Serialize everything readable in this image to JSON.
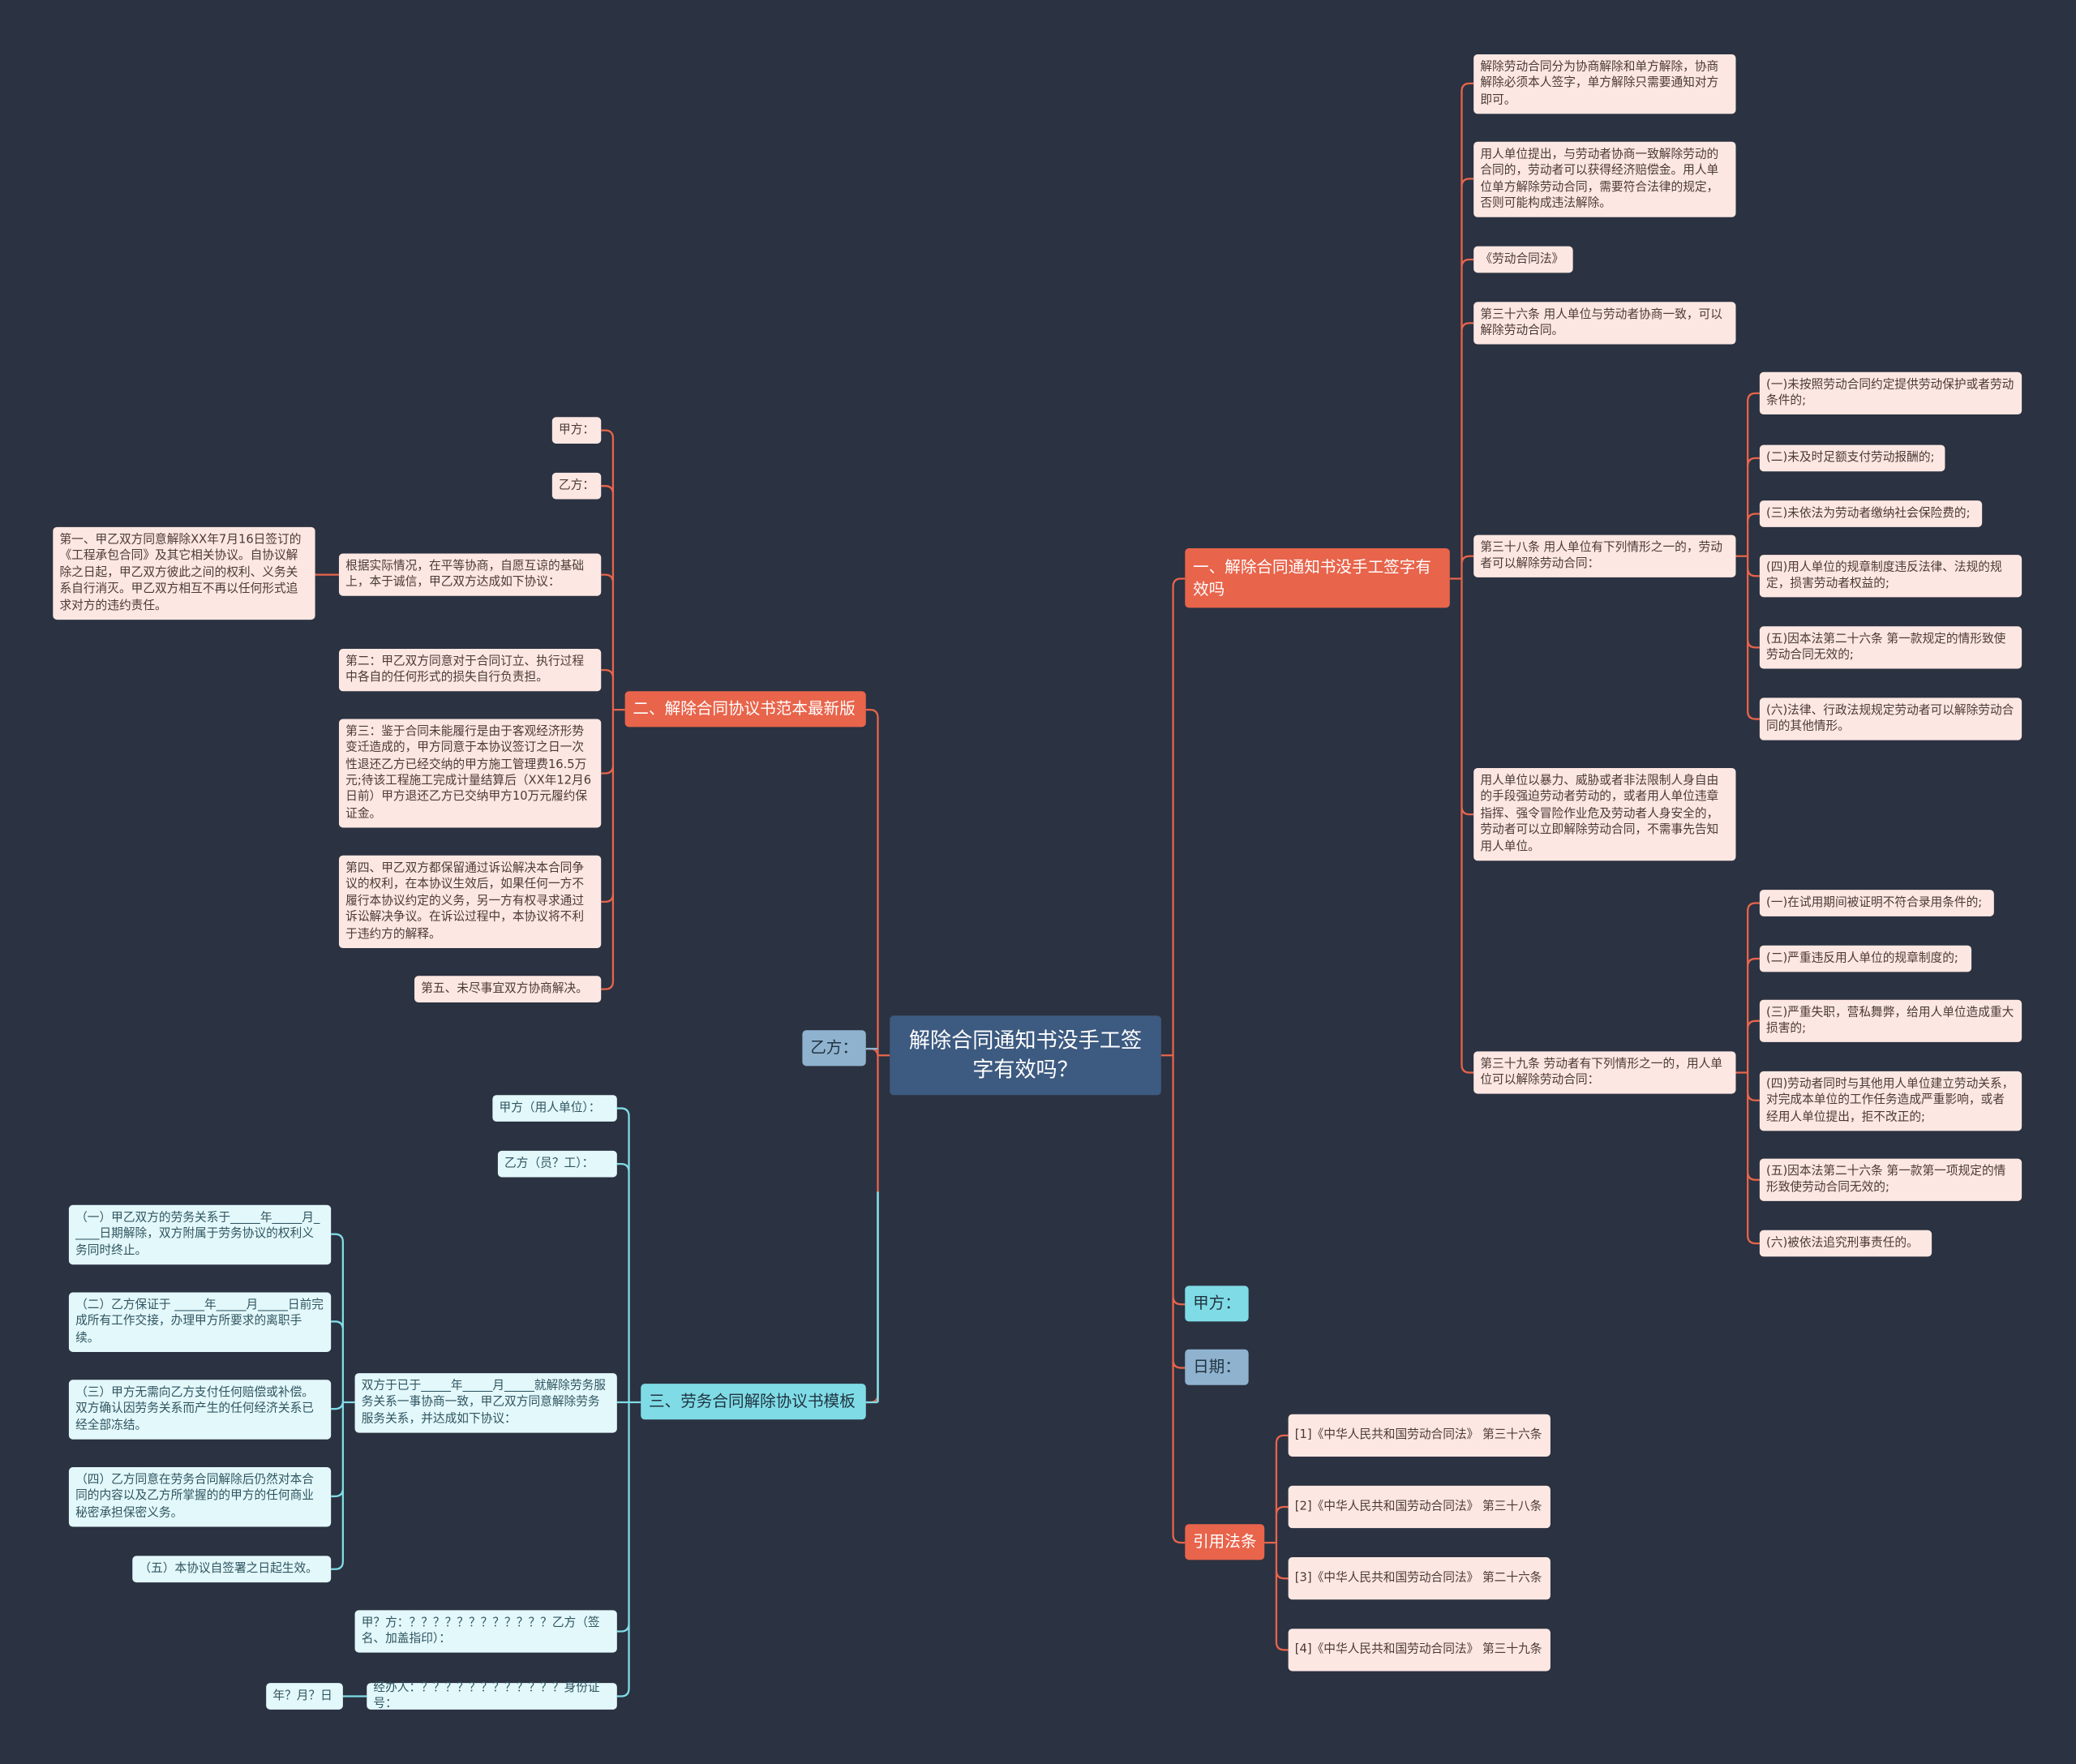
{
  "root": "解除合同通知书没手工签字有效吗？",
  "branches": {
    "b1": "一、解除合同通知书没手工签字有效吗",
    "b2": "二、解除合同协议书范本最新版",
    "b3": "三、劳务合同解除协议书模板",
    "yi": "乙方：",
    "jia": "甲方：",
    "date": "日期：",
    "ref": "引用法条"
  },
  "b1_items": {
    "r1": "解除劳动合同分为协商解除和单方解除，协商解除必须本人签字，单方解除只需要通知对方即可。",
    "r2": "用人单位提出，与劳动者协商一致解除劳动的合同的，劳动者可以获得经济赔偿金。用人单位单方解除劳动合同，需要符合法律的规定，否则可能构成违法解除。",
    "r3": "《劳动合同法》",
    "r4": "第三十六条 用人单位与劳动者协商一致，可以解除劳动合同。",
    "r5": "第三十八条 用人单位有下列情形之一的，劳动者可以解除劳动合同：",
    "r6": "用人单位以暴力、威胁或者非法限制人身自由的手段强迫劳动者劳动的，或者用人单位违章指挥、强令冒险作业危及劳动者人身安全的，劳动者可以立即解除劳动合同，不需事先告知用人单位。",
    "r7": "第三十九条 劳动者有下列情形之一的，用人单位可以解除劳动合同："
  },
  "art38": [
    "(一)未按照劳动合同约定提供劳动保护或者劳动条件的;",
    "(二)未及时足额支付劳动报酬的;",
    "(三)未依法为劳动者缴纳社会保险费的;",
    "(四)用人单位的规章制度违反法律、法规的规定，损害劳动者权益的;",
    "(五)因本法第二十六条 第一款规定的情形致使劳动合同无效的;",
    "(六)法律、行政法规规定劳动者可以解除劳动合同的其他情形。"
  ],
  "art39": [
    "(一)在试用期间被证明不符合录用条件的;",
    "(二)严重违反用人单位的规章制度的;",
    "(三)严重失职，营私舞弊，给用人单位造成重大损害的;",
    "(四)劳动者同时与其他用人单位建立劳动关系，对完成本单位的工作任务造成严重影响，或者经用人单位提出，拒不改正的;",
    "(五)因本法第二十六条 第一款第一项规定的情形致使劳动合同无效的;",
    "(六)被依法追究刑事责任的。"
  ],
  "refs": [
    "[1]《中华人民共和国劳动合同法》 第三十六条",
    "[2]《中华人民共和国劳动合同法》 第三十八条",
    "[3]《中华人民共和国劳动合同法》 第二十六条",
    "[4]《中华人民共和国劳动合同法》 第三十九条"
  ],
  "b2_items": {
    "jia": "甲方：",
    "yi": "乙方：",
    "basis": "根据实际情况，在平等协商，自愿互谅的基础上，本于诚信，甲乙双方达成如下协议：",
    "c1": "第一、甲乙双方同意解除XX年7月16日签订的《工程承包合同》及其它相关协议。自协议解除之日起，甲乙双方彼此之间的权利、义务关系自行消灭。甲乙双方相互不再以任何形式追求对方的违约责任。",
    "c2": "第二：甲乙双方同意对于合同订立、执行过程中各自的任何形式的损失自行负责担。",
    "c3": "第三：鉴于合同未能履行是由于客观经济形势变迁造成的，甲方同意于本协议签订之日一次性退还乙方已经交纳的甲方施工管理费16.5万元;待该工程施工完成计量结算后（XX年12月6日前）甲方退还乙方已交纳甲方10万元履约保证金。",
    "c4": "第四、甲乙双方都保留通过诉讼解决本合同争议的权利，在本协议生效后，如果任何一方不履行本协议约定的义务，另一方有权寻求通过诉讼解决争议。在诉讼过程中，本协议将不利于违约方的解释。",
    "c5": "第五、未尽事宜双方协商解决。"
  },
  "b3_items": {
    "jia": "甲方（用人单位）：",
    "yi": "乙方（员？工）：",
    "agree": "双方于已于_____年_____月_____就解除劳务服务关系一事协商一致，甲乙双方同意解除劳务服务关系，并达成如下协议：",
    "sign": "甲？方：？？？？？？？？？？？？乙方（签名、加盖指印）：",
    "agent": "经办人：？？？？？？？？？？？？身份证号：",
    "date": "年？月？日"
  },
  "b3_terms": [
    "（一）甲乙双方的劳务关系于_____年_____月_____日期解除，双方附属于劳务协议的权利义务同时终止。",
    "（二）乙方保证于 _____年_____月_____日前完成所有工作交接，办理甲方所要求的离职手续。",
    "（三）甲方无需向乙方支付任何赔偿或补偿。双方确认因劳务关系而产生的任何经济关系已经全部冻结。",
    "（四）乙方同意在劳务合同解除后仍然对本合同的内容以及乙方所掌握的的甲方的任何商业秘密承担保密义务。",
    "（五）本协议自签署之日起生效。"
  ],
  "colors": {
    "background": "#2b3241",
    "root": "#3d5a80",
    "red": "#e8644b",
    "cyan": "#7fdce6",
    "blue": "#8fb3cf",
    "pink_leaf": "#fde7e2",
    "cyan_leaf": "#e3f8fb"
  }
}
